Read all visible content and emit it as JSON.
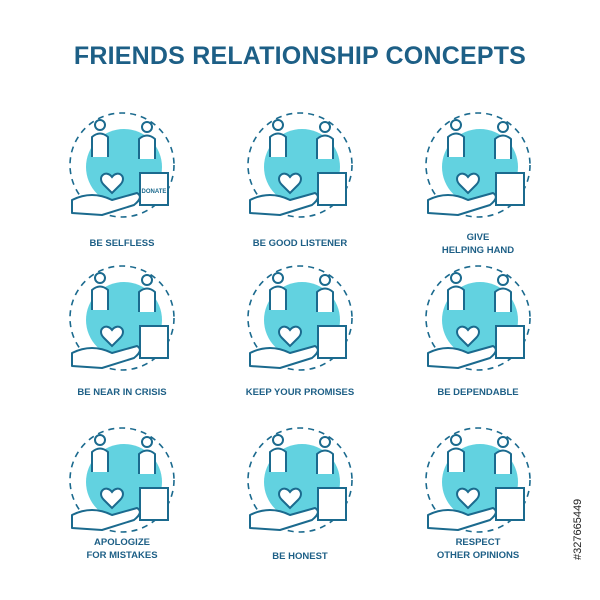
{
  "title": "FRIENDS RELATIONSHIP CONCEPTS",
  "colors": {
    "title": "#1d5f86",
    "line": "#1b6a8e",
    "fill": "#62d2e0"
  },
  "concepts": [
    {
      "icon": "donation-hand-icon",
      "lines": [
        "BE SELFLESS"
      ],
      "badge": "DONATE"
    },
    {
      "icon": "listener-ear-icon",
      "lines": [
        "BE GOOD LISTENER"
      ]
    },
    {
      "icon": "helping-hands-icon",
      "lines": [
        "GIVE",
        "HELPING HAND"
      ]
    },
    {
      "icon": "crisis-support-icon",
      "lines": [
        "BE NEAR IN CRISIS"
      ]
    },
    {
      "icon": "crossed-fingers-promise-icon",
      "lines": [
        "KEEP YOUR PROMISES"
      ]
    },
    {
      "icon": "handshake-safe-icon",
      "lines": [
        "BE DEPENDABLE"
      ]
    },
    {
      "icon": "apology-people-icon",
      "lines": [
        "APOLOGIZE",
        "FOR MISTAKES"
      ]
    },
    {
      "icon": "theater-masks-icon",
      "lines": [
        "BE HONEST"
      ]
    },
    {
      "icon": "raised-hands-balance-icon",
      "lines": [
        "RESPECT",
        "OTHER OPINIONS"
      ]
    }
  ],
  "stock_id": "#327665449"
}
